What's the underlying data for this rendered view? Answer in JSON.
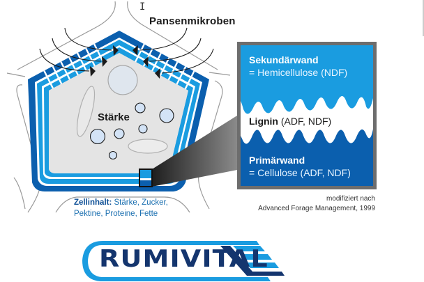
{
  "diagram": {
    "microbes_label": "Pansenmikroben",
    "starch_label": "Stärke",
    "cell_content": {
      "heading": "Zellinhalt:",
      "line1_rest": "Stärke, Zucker,",
      "line2": "Pektine, Proteine, Fette"
    },
    "zoom_panel": {
      "secondary_wall": {
        "title": "Sekundärwand",
        "subtitle": "= Hemicellulose (NDF)"
      },
      "lignin": {
        "title": "Lignin",
        "subtitle": "(ADF, NDF)"
      },
      "primary_wall": {
        "title": "Primärwand",
        "subtitle": "= Cellulose (ADF, NDF)"
      }
    },
    "source": {
      "line1": "modifiziert nach",
      "line2": "Advanced Forage Management, 1999"
    }
  },
  "logo": {
    "text": "RUMIVITAL"
  },
  "colors": {
    "dark_blue": "#0b5fae",
    "light_blue": "#1a9ce0",
    "navy": "#14356e",
    "cell_fill": "#e4e4e4",
    "panel_border": "#6d6d6d"
  },
  "icons": {
    "cursor": "I"
  }
}
